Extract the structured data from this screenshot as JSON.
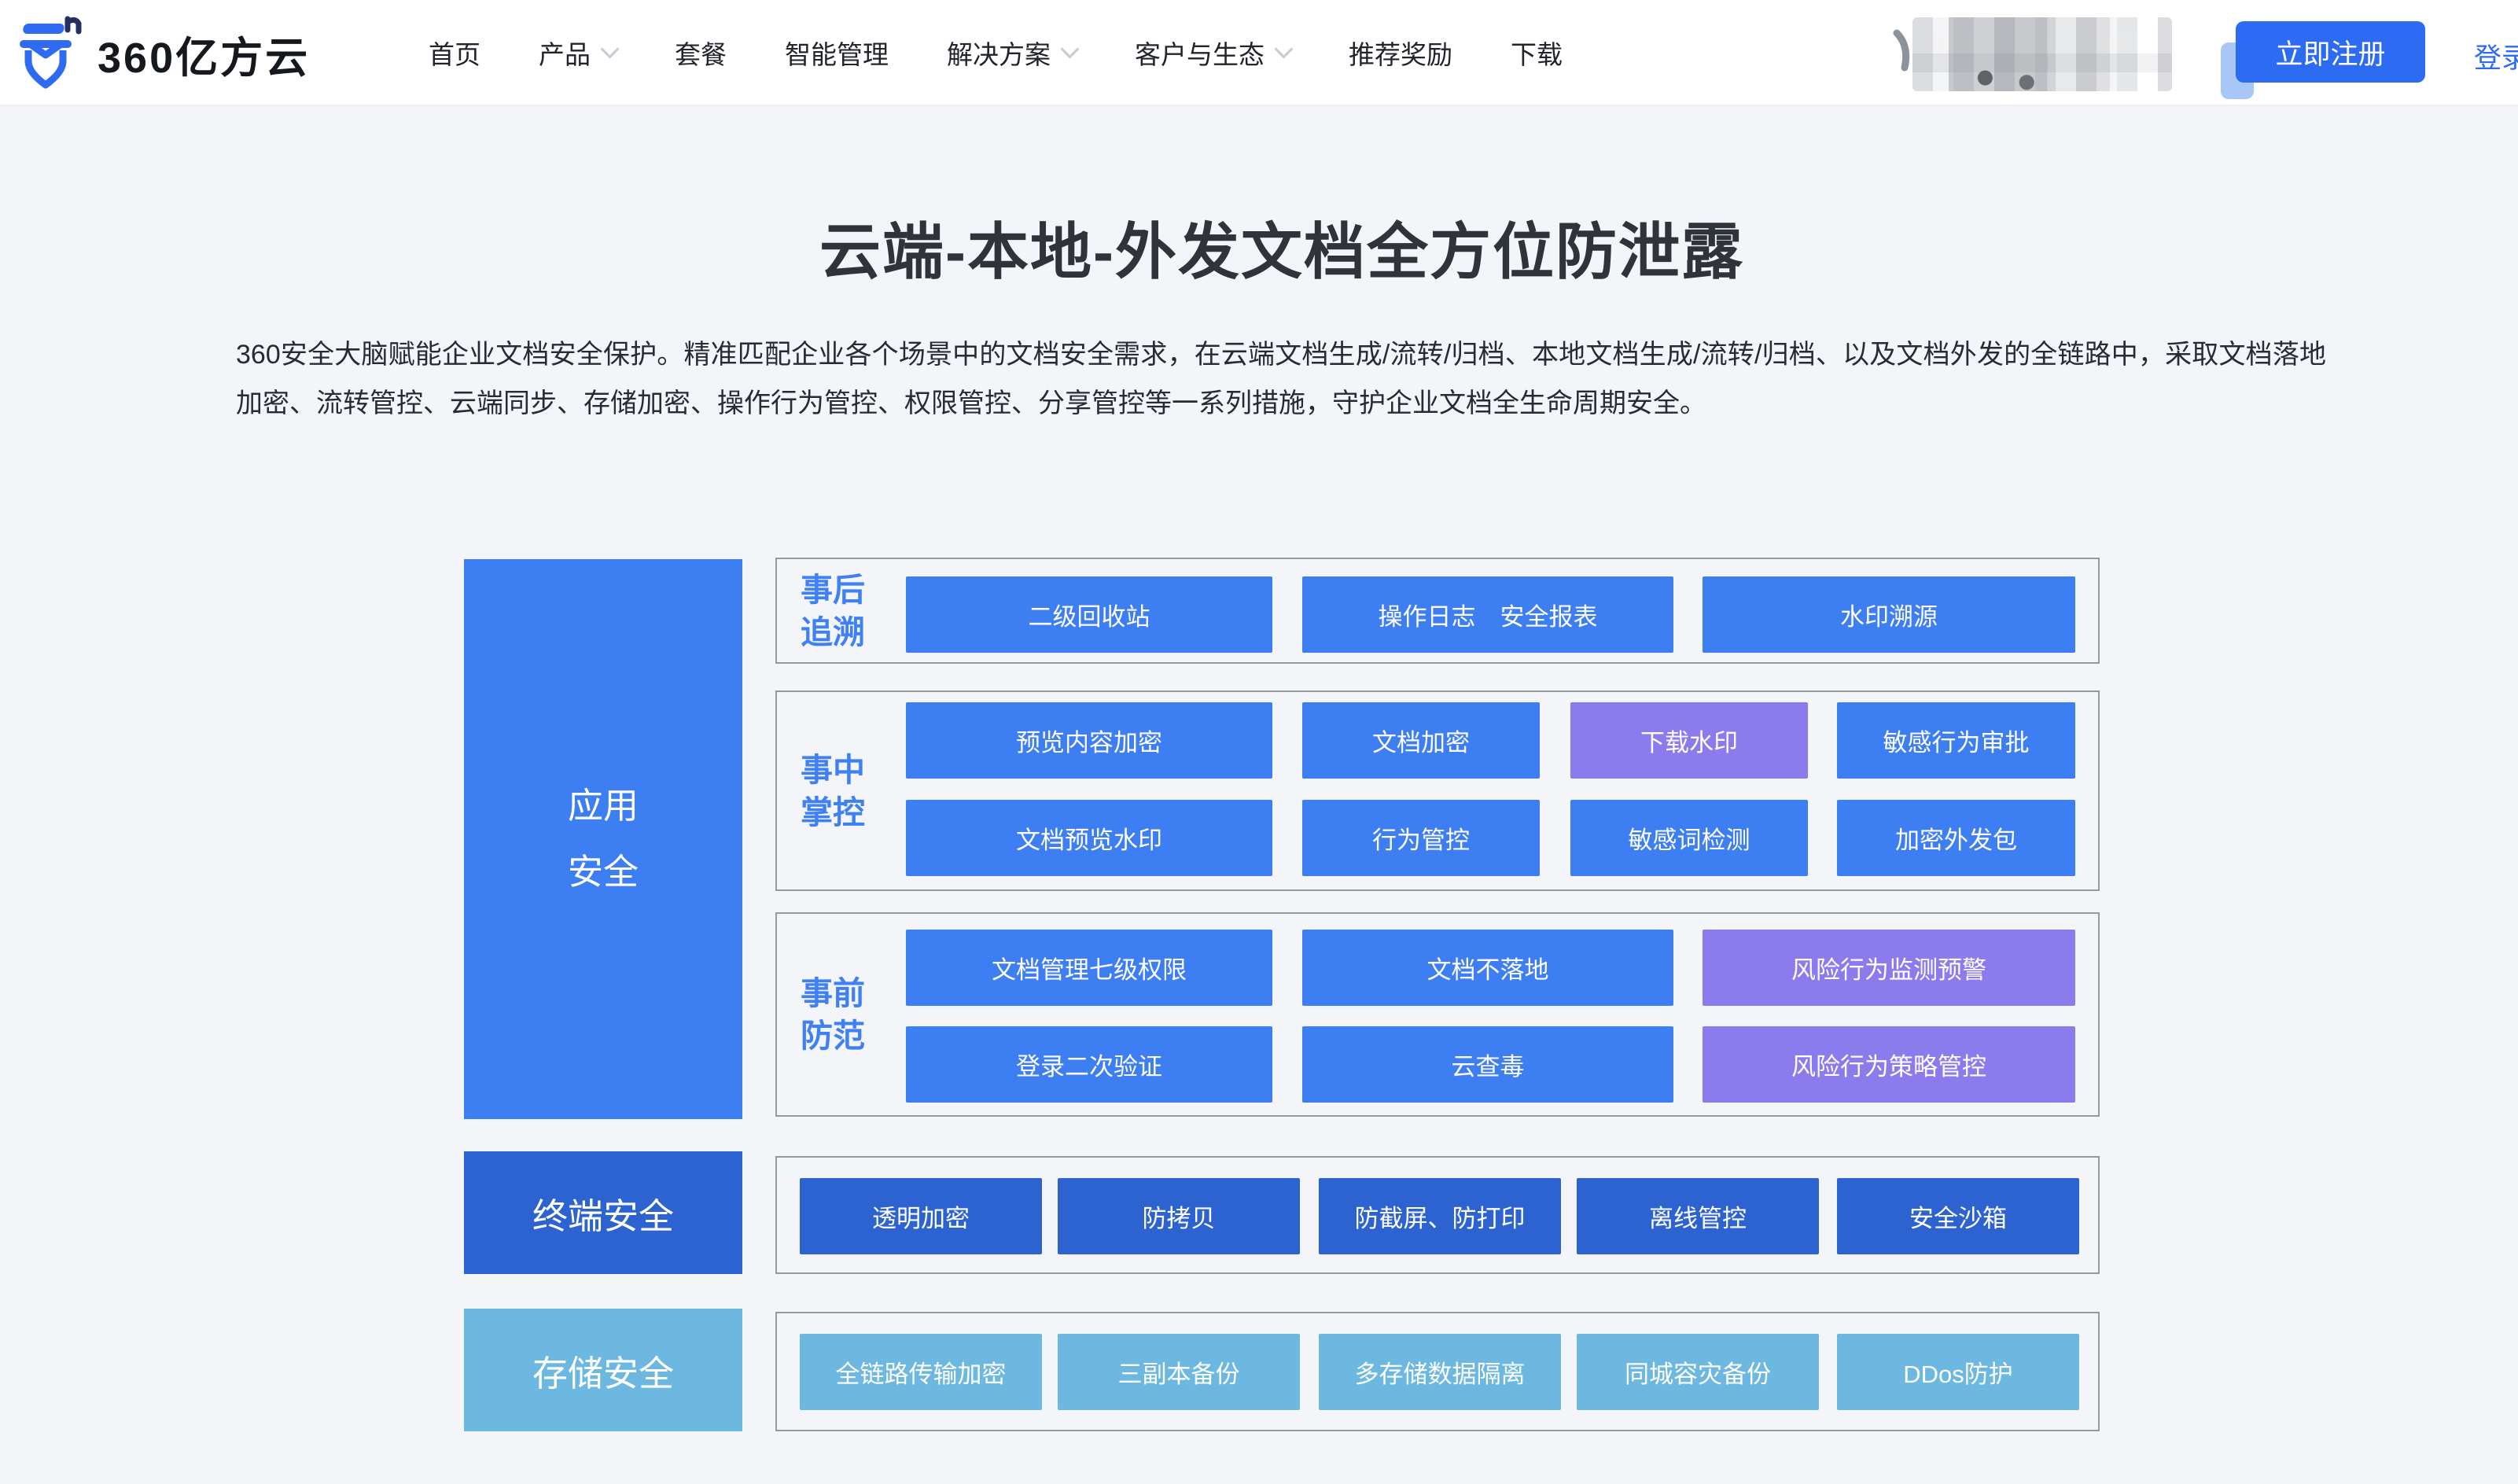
{
  "header": {
    "logo_text": "360亿方云",
    "nav": [
      {
        "label": "首页",
        "has_dropdown": false
      },
      {
        "label": "产品",
        "has_dropdown": true
      },
      {
        "label": "套餐",
        "has_dropdown": false
      },
      {
        "label": "智能管理",
        "has_dropdown": false
      },
      {
        "label": "解决方案",
        "has_dropdown": true
      },
      {
        "label": "客户与生态",
        "has_dropdown": true
      },
      {
        "label": "推荐奖励",
        "has_dropdown": false
      },
      {
        "label": "下载",
        "has_dropdown": false
      }
    ],
    "register_label": "立即注册",
    "login_label": "登录"
  },
  "hero": {
    "title": "云端-本地-外发文档全方位防泄露",
    "description": "360安全大脑赋能企业文档安全保护。精准匹配企业各个场景中的文档安全需求，在云端文档生成/流转/归档、本地文档生成/流转/归档、以及文档外发的全链路中，采取文档落地加密、流转管控、云端同步、存储加密、操作行为管控、权限管控、分享管控等一系列措施，守护企业文档全生命周期安全。"
  },
  "diagram": {
    "side_app": {
      "line1": "应用",
      "line2": "安全"
    },
    "side_terminal": "终端安全",
    "side_storage": "存储安全",
    "row1": {
      "label1": "事后",
      "label2": "追溯",
      "b1": "二级回收站",
      "b2": "操作日志　安全报表",
      "b3": "水印溯源"
    },
    "row2": {
      "label1": "事中",
      "label2": "掌控",
      "a1": "预览内容加密",
      "a2": "文档加密",
      "a3": "下载水印",
      "a4": "敏感行为审批",
      "b1": "文档预览水印",
      "b2": "行为管控",
      "b3": "敏感词检测",
      "b4": "加密外发包"
    },
    "row3": {
      "label1": "事前",
      "label2": "防范",
      "a1": "文档管理七级权限",
      "a2": "文档不落地",
      "a3": "风险行为监测预警",
      "b1": "登录二次验证",
      "b2": "云查毒",
      "b3": "风险行为策略管控"
    },
    "row4": {
      "b1": "透明加密",
      "b2": "防拷贝",
      "b3": "防截屏、防打印",
      "b4": "离线管控",
      "b5": "安全沙箱"
    },
    "row5": {
      "b1": "全链路传输加密",
      "b2": "三副本备份",
      "b3": "多存储数据隔离",
      "b4": "同城容灾备份",
      "b5": "DDos防护"
    }
  },
  "colors": {
    "primary_blue": "#3d7ef2",
    "dark_blue": "#2d63d1",
    "light_blue": "#6cb8e0",
    "purple": "#8b7bed",
    "accent_button": "#2e6bf3",
    "page_background": "#f4f5f8",
    "panel_border": "#97999e"
  }
}
